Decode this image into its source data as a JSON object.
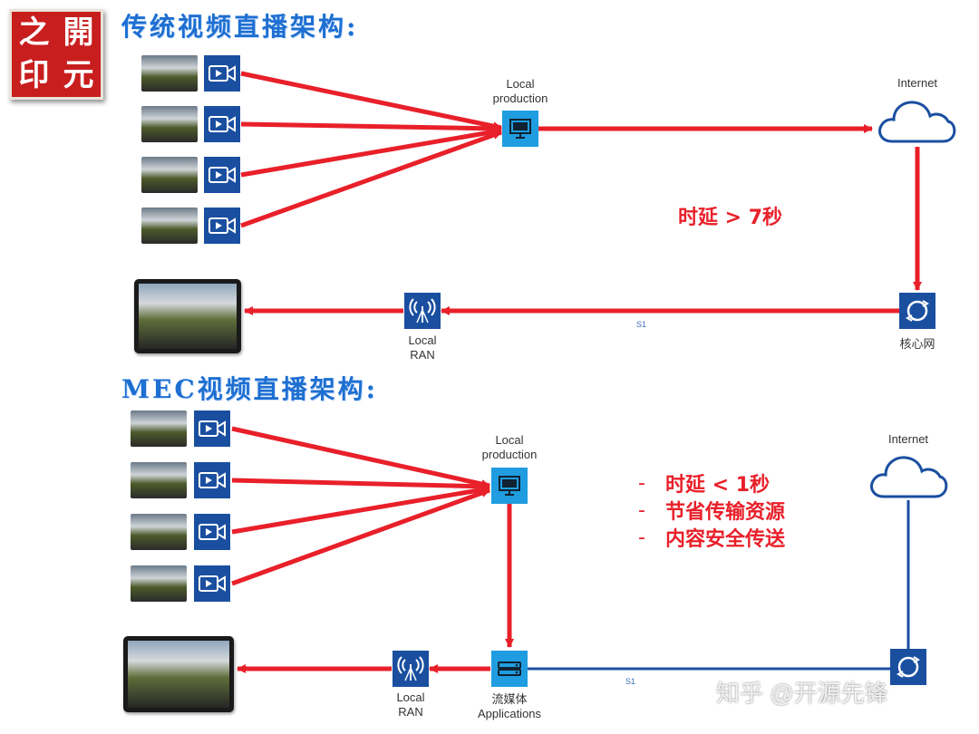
{
  "logo": {
    "chars": [
      "之",
      "開",
      "印",
      "元"
    ]
  },
  "top": {
    "title": "传统视频直播架构:",
    "local_production": [
      "Local",
      "production"
    ],
    "internet": "Internet",
    "latency": "时延 > 7秒",
    "core": "核心网",
    "s1": "S1",
    "ran": [
      "Local",
      "RAN"
    ]
  },
  "bottom": {
    "title": "MEC视频直播架构:",
    "local_production": [
      "Local",
      "production"
    ],
    "internet": "Internet",
    "benefits": [
      "时延 < 1秒",
      "节省传输资源",
      "内容安全传送"
    ],
    "bullet": "-",
    "media": [
      "流媒体",
      "Applications"
    ],
    "s1": "S1",
    "ran": [
      "Local",
      "RAN"
    ]
  },
  "watermark": "知乎 @开源先锋",
  "colors": {
    "red": "#e8202a",
    "blue": "#1a4fa0",
    "cyan": "#1f9de0"
  }
}
